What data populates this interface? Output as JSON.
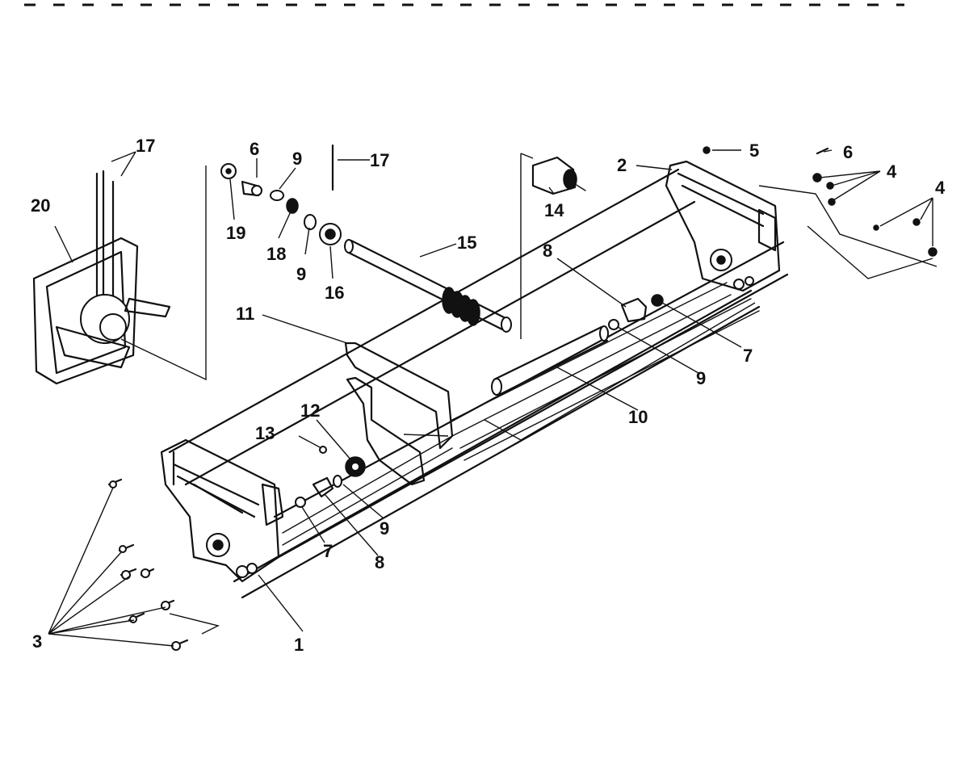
{
  "callouts": [
    {
      "id": "c17a",
      "text": "17"
    },
    {
      "id": "c20",
      "text": "20"
    },
    {
      "id": "c6a",
      "text": "6"
    },
    {
      "id": "c9a",
      "text": "9"
    },
    {
      "id": "c17b",
      "text": "17"
    },
    {
      "id": "c19",
      "text": "19"
    },
    {
      "id": "c18",
      "text": "18"
    },
    {
      "id": "c9b",
      "text": "9"
    },
    {
      "id": "c16",
      "text": "16"
    },
    {
      "id": "c15",
      "text": "15"
    },
    {
      "id": "c14",
      "text": "14"
    },
    {
      "id": "c2",
      "text": "2"
    },
    {
      "id": "c5",
      "text": "5"
    },
    {
      "id": "c6b",
      "text": "6"
    },
    {
      "id": "c4a",
      "text": "4"
    },
    {
      "id": "c4b",
      "text": "4"
    },
    {
      "id": "c8a",
      "text": "8"
    },
    {
      "id": "c7a",
      "text": "7"
    },
    {
      "id": "c9c",
      "text": "9"
    },
    {
      "id": "c11",
      "text": "11"
    },
    {
      "id": "c10",
      "text": "10"
    },
    {
      "id": "c12",
      "text": "12"
    },
    {
      "id": "c13",
      "text": "13"
    },
    {
      "id": "c9d",
      "text": "9"
    },
    {
      "id": "c7b",
      "text": "7"
    },
    {
      "id": "c8b",
      "text": "8"
    },
    {
      "id": "c1",
      "text": "1"
    },
    {
      "id": "c3",
      "text": "3"
    }
  ]
}
